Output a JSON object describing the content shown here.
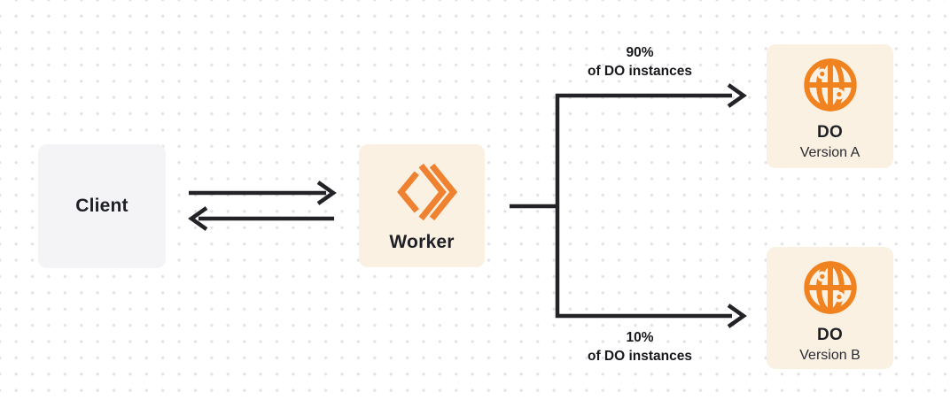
{
  "diagram": {
    "client": {
      "label": "Client"
    },
    "worker": {
      "label": "Worker",
      "icon": "cloudflare-workers-icon"
    },
    "do_a": {
      "title": "DO",
      "subtitle": "Version A",
      "icon": "durable-object-globe-icon"
    },
    "do_b": {
      "title": "DO",
      "subtitle": "Version B",
      "icon": "durable-object-globe-icon"
    },
    "split_top_label": {
      "line1": "90%",
      "line2": "of DO instances"
    },
    "split_bottom_label": {
      "line1": "10%",
      "line2": "of DO instances"
    },
    "colors": {
      "accent_orange": "#F0821F",
      "cream_node_bg": "#FBF1E3",
      "gray_node_bg": "#F4F4F6",
      "connector_dark": "#232327",
      "text_dark": "#1E2025",
      "dot_grid": "#E3E3E6",
      "canvas_bg": "#FFFFFF"
    }
  }
}
